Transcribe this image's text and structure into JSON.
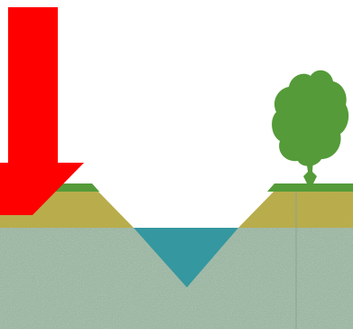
{
  "scene": {
    "elements": [
      {
        "name": "down-arrow-icon",
        "role": "downward force arrow",
        "color": "#fe0000"
      },
      {
        "name": "grass-strip-left",
        "role": "grass surface",
        "color": "#559b39"
      },
      {
        "name": "grass-strip-right",
        "role": "grass surface",
        "color": "#559b39"
      },
      {
        "name": "sand-layer",
        "role": "sandy topsoil",
        "color": "#b9ad4c"
      },
      {
        "name": "gravel-layer",
        "role": "gravel subsoil",
        "color": "#9cb7a3"
      },
      {
        "name": "water-channel",
        "role": "water in channel",
        "color": "#35979f"
      },
      {
        "name": "tree-icon",
        "role": "tree",
        "color": "#559b39"
      }
    ]
  }
}
